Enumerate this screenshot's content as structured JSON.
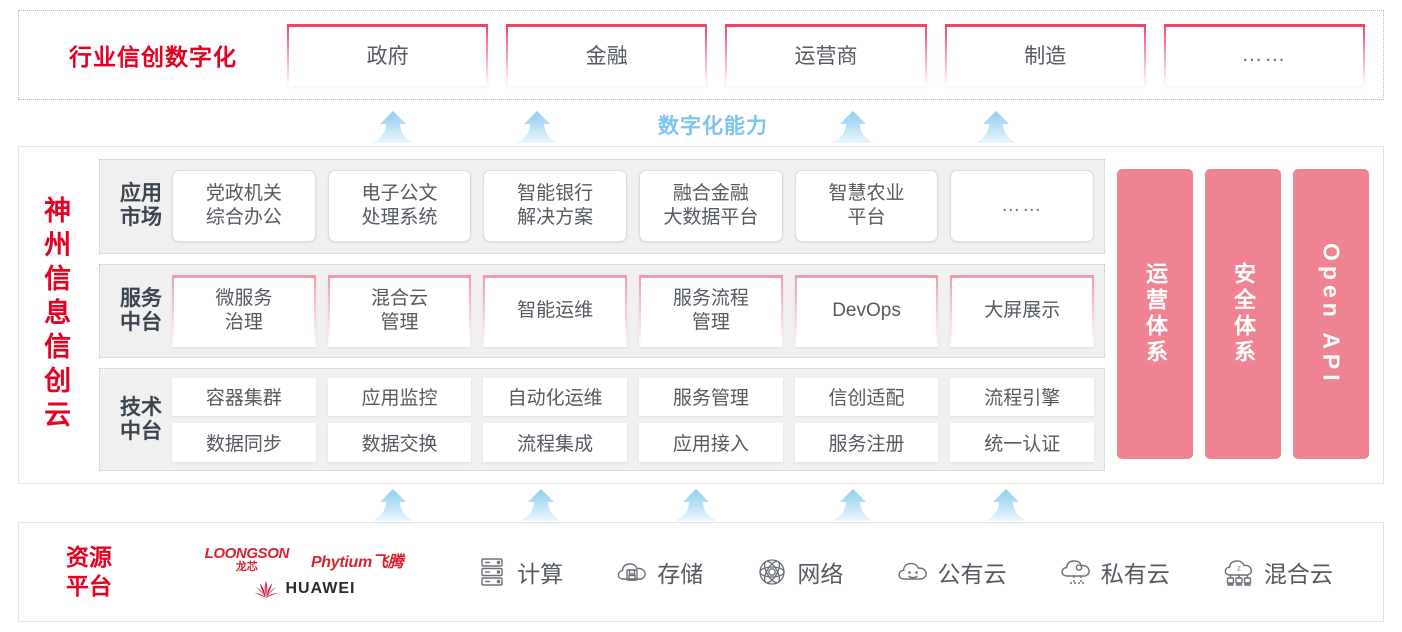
{
  "industry": {
    "title": "行业信创数字化",
    "cards": [
      "政府",
      "金融",
      "运营商",
      "制造",
      "……"
    ],
    "accent_color": "#ef4565",
    "title_color": "#e60021"
  },
  "capability": {
    "label": "数字化能力",
    "label_color": "#7dc4f0",
    "arrow_color": "#b9e0f5",
    "top_arrow_count": 4,
    "bottom_arrow_count": 5
  },
  "cloud": {
    "title": "神州信息信创云",
    "title_color": "#e60021",
    "tiers": [
      {
        "label": "应用\n市场",
        "label_line1": "应用",
        "label_line2": "市场",
        "style": "rounded-card",
        "items": [
          {
            "line1": "党政机关",
            "line2": "综合办公"
          },
          {
            "line1": "电子公文",
            "line2": "处理系统"
          },
          {
            "line1": "智能银行",
            "line2": "解决方案"
          },
          {
            "line1": "融合金融",
            "line2": "大数据平台"
          },
          {
            "line1": "智慧农业",
            "line2": "平台"
          },
          {
            "line1": "……",
            "line2": ""
          }
        ]
      },
      {
        "label_line1": "服务",
        "label_line2": "中台",
        "style": "pink-top-card",
        "items": [
          {
            "line1": "微服务",
            "line2": "治理"
          },
          {
            "line1": "混合云",
            "line2": "管理"
          },
          {
            "line1": "智能运维",
            "line2": ""
          },
          {
            "line1": "服务流程",
            "line2": "管理"
          },
          {
            "line1": "DevOps",
            "line2": ""
          },
          {
            "line1": "大屏展示",
            "line2": ""
          }
        ]
      },
      {
        "label_line1": "技术",
        "label_line2": "中台",
        "style": "flat-grid",
        "row1": [
          "容器集群",
          "应用监控",
          "自动化运维",
          "服务管理",
          "信创适配",
          "流程引擎"
        ],
        "row2": [
          "数据同步",
          "数据交换",
          "流程集成",
          "应用接入",
          "服务注册",
          "统一认证"
        ]
      }
    ],
    "pillars": [
      {
        "text": "运营体系",
        "orientation": "vertical-cjk"
      },
      {
        "text": "安全体系",
        "orientation": "vertical-cjk"
      },
      {
        "text": "Open API",
        "orientation": "vertical-latin"
      }
    ],
    "pillar_color": "#ef8391"
  },
  "resource": {
    "title_line1": "资源",
    "title_line2": "平台",
    "title_color": "#e60021",
    "vendors": [
      {
        "name": "LOONGSON",
        "name_cn": "龙芯",
        "icon": "loongson-logo"
      },
      {
        "name": "Phytium飞腾",
        "icon": "phytium-logo"
      },
      {
        "name": "HUAWEI",
        "icon": "huawei-logo"
      }
    ],
    "items": [
      {
        "label": "计算",
        "icon": "server-icon"
      },
      {
        "label": "存储",
        "icon": "cloud-storage-icon"
      },
      {
        "label": "网络",
        "icon": "network-icon"
      },
      {
        "label": "公有云",
        "icon": "public-cloud-icon"
      },
      {
        "label": "私有云",
        "icon": "private-cloud-icon"
      },
      {
        "label": "混合云",
        "icon": "hybrid-cloud-icon"
      }
    ]
  }
}
